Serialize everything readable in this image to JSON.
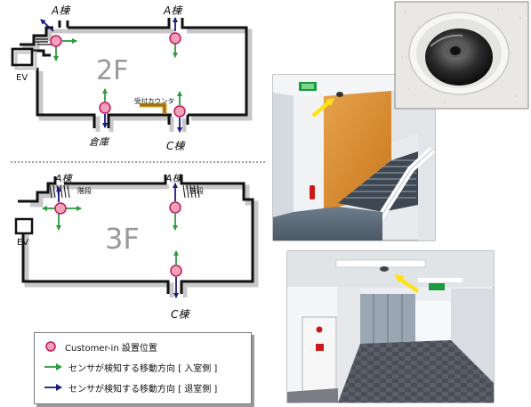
{
  "floor_2f": {
    "floor_label": "2F",
    "wing_a_left": "A棟",
    "wing_a_right": "A棟",
    "elevator": "EV",
    "reception": "受付カウンタ",
    "storage": "倉庫",
    "wing_c": "C棟"
  },
  "floor_3f": {
    "floor_label": "3F",
    "wing_a_left": "A棟",
    "stairs_left": "階段",
    "wing_a_right": "A棟",
    "stairs_right": "階段",
    "elevator": "EV",
    "wing_c": "C棟"
  },
  "legend": {
    "marker": "Customer-in 設置位置",
    "entry": "センサが検知する移動方向 [ 入室側 ]",
    "exit": "センサが検知する移動方向 [ 退室側 ]"
  },
  "colors": {
    "sensor_fill": "#f4a0b8",
    "sensor_ring": "#c01858",
    "entry_arrow": "#2e9a3c",
    "exit_arrow": "#1a1a80",
    "wall": "#111111",
    "shadow": "#c8c8c8",
    "counter": "#c8961e"
  }
}
